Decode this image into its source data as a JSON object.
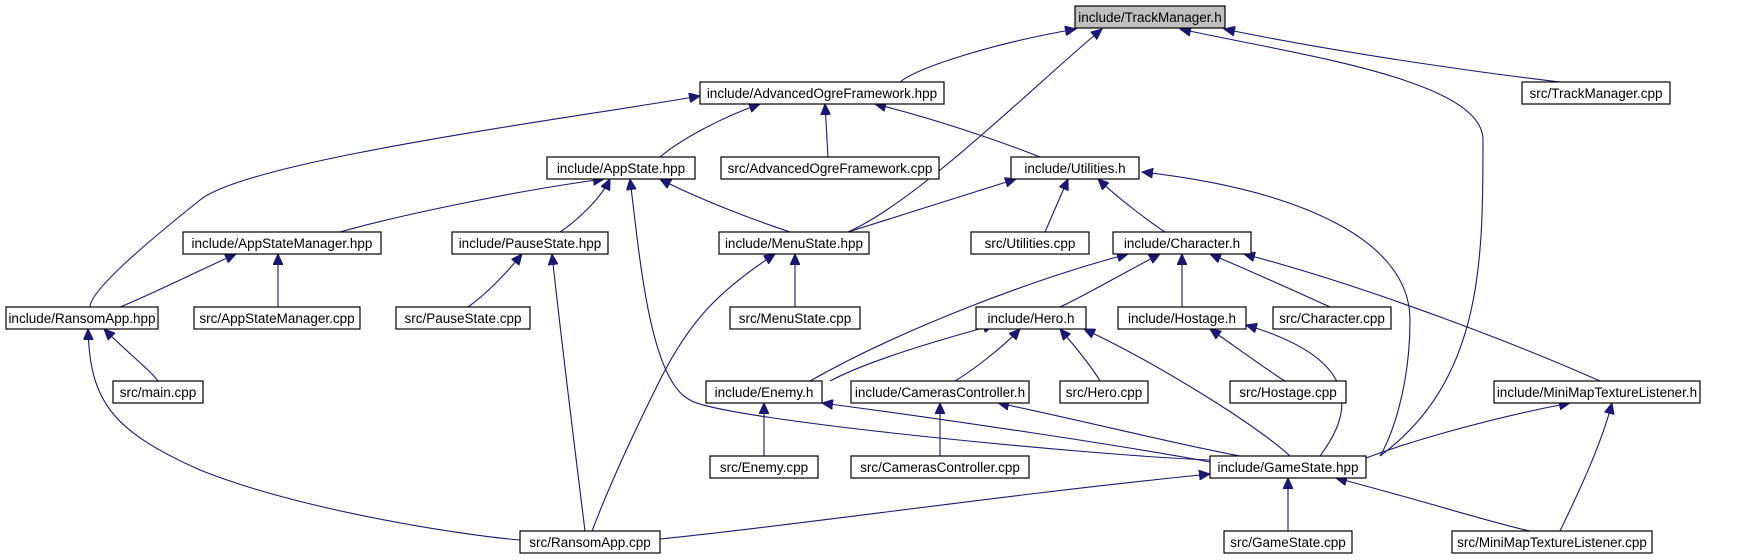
{
  "nodes": [
    {
      "id": "track_h",
      "label": "include/TrackManager.h",
      "root": true
    },
    {
      "id": "aof_hpp",
      "label": "include/AdvancedOgreFramework.hpp"
    },
    {
      "id": "track_cpp",
      "label": "src/TrackManager.cpp"
    },
    {
      "id": "appstate_hpp",
      "label": "include/AppState.hpp"
    },
    {
      "id": "aof_cpp",
      "label": "src/AdvancedOgreFramework.cpp"
    },
    {
      "id": "utilities_h",
      "label": "include/Utilities.h"
    },
    {
      "id": "appstatemgr_hpp",
      "label": "include/AppStateManager.hpp"
    },
    {
      "id": "pausestate_hpp",
      "label": "include/PauseState.hpp"
    },
    {
      "id": "menustate_hpp",
      "label": "include/MenuState.hpp"
    },
    {
      "id": "utilities_cpp",
      "label": "src/Utilities.cpp"
    },
    {
      "id": "character_h",
      "label": "include/Character.h"
    },
    {
      "id": "ransomapp_hpp",
      "label": "include/RansomApp.hpp"
    },
    {
      "id": "appstatemgr_cpp",
      "label": "src/AppStateManager.cpp"
    },
    {
      "id": "pausestate_cpp",
      "label": "src/PauseState.cpp"
    },
    {
      "id": "menustate_cpp",
      "label": "src/MenuState.cpp"
    },
    {
      "id": "hero_h",
      "label": "include/Hero.h"
    },
    {
      "id": "hostage_h",
      "label": "include/Hostage.h"
    },
    {
      "id": "character_cpp",
      "label": "src/Character.cpp"
    },
    {
      "id": "main_cpp",
      "label": "src/main.cpp"
    },
    {
      "id": "enemy_h",
      "label": "include/Enemy.h"
    },
    {
      "id": "camctrl_h",
      "label": "include/CamerasController.h"
    },
    {
      "id": "hero_cpp",
      "label": "src/Hero.cpp"
    },
    {
      "id": "hostage_cpp",
      "label": "src/Hostage.cpp"
    },
    {
      "id": "minimap_h",
      "label": "include/MiniMapTextureListener.h"
    },
    {
      "id": "enemy_cpp",
      "label": "src/Enemy.cpp"
    },
    {
      "id": "camctrl_cpp",
      "label": "src/CamerasController.cpp"
    },
    {
      "id": "gamestate_hpp",
      "label": "include/GameState.hpp"
    },
    {
      "id": "ransomapp_cpp",
      "label": "src/RansomApp.cpp"
    },
    {
      "id": "gamestate_cpp",
      "label": "src/GameState.cpp"
    },
    {
      "id": "minimap_cpp",
      "label": "src/MiniMapTextureListener.cpp"
    }
  ],
  "edges": [
    {
      "from": "track_h",
      "to": "aof_hpp"
    },
    {
      "from": "track_h",
      "to": "menustate_hpp"
    },
    {
      "from": "track_h",
      "to": "gamestate_hpp"
    },
    {
      "from": "track_h",
      "to": "track_cpp"
    },
    {
      "from": "aof_hpp",
      "to": "ransomapp_hpp"
    },
    {
      "from": "aof_hpp",
      "to": "appstate_hpp"
    },
    {
      "from": "aof_hpp",
      "to": "aof_cpp"
    },
    {
      "from": "aof_hpp",
      "to": "utilities_h"
    },
    {
      "from": "appstate_hpp",
      "to": "appstatemgr_hpp"
    },
    {
      "from": "appstate_hpp",
      "to": "pausestate_hpp"
    },
    {
      "from": "appstate_hpp",
      "to": "menustate_hpp"
    },
    {
      "from": "appstate_hpp",
      "to": "gamestate_hpp"
    },
    {
      "from": "utilities_h",
      "to": "menustate_hpp"
    },
    {
      "from": "utilities_h",
      "to": "utilities_cpp"
    },
    {
      "from": "utilities_h",
      "to": "character_h"
    },
    {
      "from": "utilities_h",
      "to": "gamestate_hpp"
    },
    {
      "from": "appstatemgr_hpp",
      "to": "ransomapp_hpp"
    },
    {
      "from": "appstatemgr_hpp",
      "to": "appstatemgr_cpp"
    },
    {
      "from": "pausestate_hpp",
      "to": "pausestate_cpp"
    },
    {
      "from": "pausestate_hpp",
      "to": "ransomapp_cpp"
    },
    {
      "from": "menustate_hpp",
      "to": "menustate_cpp"
    },
    {
      "from": "menustate_hpp",
      "to": "ransomapp_cpp"
    },
    {
      "from": "character_h",
      "to": "enemy_h"
    },
    {
      "from": "character_h",
      "to": "hero_h"
    },
    {
      "from": "character_h",
      "to": "hostage_h"
    },
    {
      "from": "character_h",
      "to": "character_cpp"
    },
    {
      "from": "character_h",
      "to": "minimap_h"
    },
    {
      "from": "ransomapp_hpp",
      "to": "main_cpp"
    },
    {
      "from": "ransomapp_hpp",
      "to": "ransomapp_cpp"
    },
    {
      "from": "hero_h",
      "to": "enemy_h"
    },
    {
      "from": "hero_h",
      "to": "camctrl_h"
    },
    {
      "from": "hero_h",
      "to": "hero_cpp"
    },
    {
      "from": "hero_h",
      "to": "gamestate_hpp"
    },
    {
      "from": "hostage_h",
      "to": "hostage_cpp"
    },
    {
      "from": "hostage_h",
      "to": "gamestate_hpp"
    },
    {
      "from": "enemy_h",
      "to": "enemy_cpp"
    },
    {
      "from": "enemy_h",
      "to": "gamestate_hpp"
    },
    {
      "from": "camctrl_h",
      "to": "camctrl_cpp"
    },
    {
      "from": "camctrl_h",
      "to": "gamestate_hpp"
    },
    {
      "from": "minimap_h",
      "to": "gamestate_hpp"
    },
    {
      "from": "minimap_h",
      "to": "minimap_cpp"
    },
    {
      "from": "gamestate_hpp",
      "to": "ransomapp_cpp"
    },
    {
      "from": "gamestate_hpp",
      "to": "gamestate_cpp"
    },
    {
      "from": "gamestate_hpp",
      "to": "minimap_cpp"
    }
  ]
}
